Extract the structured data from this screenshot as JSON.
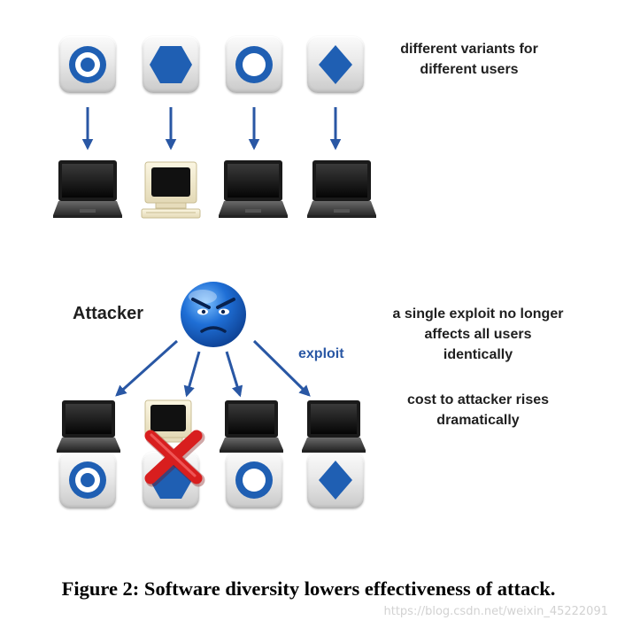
{
  "top_note": [
    "different variants for",
    "different users"
  ],
  "attacker_label": "Attacker",
  "exploit_label": "exploit",
  "bottom_note_1": [
    "a single exploit no longer",
    "affects all users",
    "identically"
  ],
  "bottom_note_2": [
    "cost to attacker rises",
    "dramatically"
  ],
  "caption": "Figure 2: Software diversity lowers effectiveness of attack.",
  "watermark": "https://blog.csdn.net/weixin_45222091",
  "colors": {
    "accent_blue": "#2957a4",
    "icon_blue": "#1f5fb3",
    "cross_red": "#d81e1e",
    "text": "#1f1f1f"
  },
  "variants": [
    "ring-icon",
    "hexagon-icon",
    "circle-icon",
    "diamond-icon"
  ],
  "machines": [
    "laptop",
    "crt-terminal",
    "laptop",
    "laptop"
  ]
}
